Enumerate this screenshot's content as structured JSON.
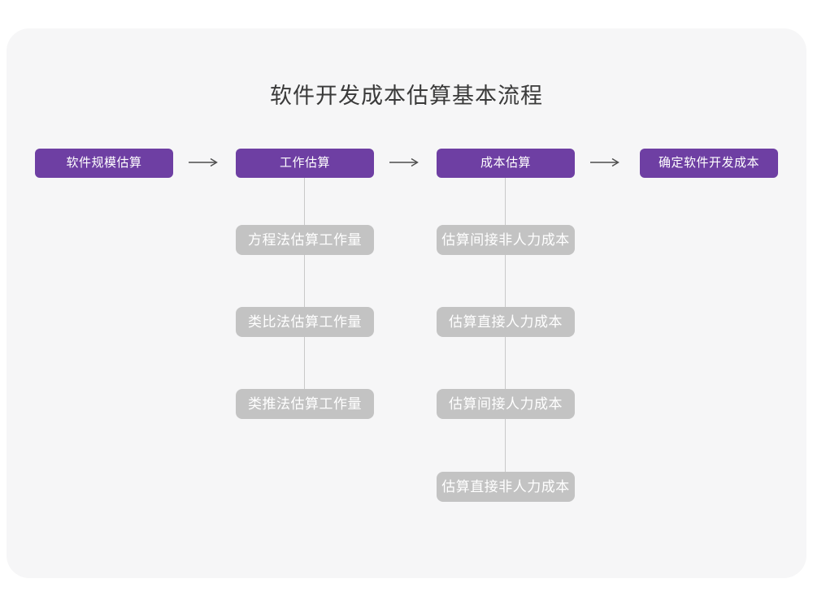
{
  "title": "软件开发成本估算基本流程",
  "flow": {
    "stages": [
      {
        "label": "软件规模估算",
        "children": []
      },
      {
        "label": "工作估算",
        "children": [
          "方程法估算工作量",
          "类比法估算工作量",
          "类推法估算工作量"
        ]
      },
      {
        "label": "成本估算",
        "children": [
          "估算间接非人力成本",
          "估算直接人力成本",
          "估算间接人力成本",
          "估算直接非人力成本"
        ]
      },
      {
        "label": "确定软件开发成本",
        "children": []
      }
    ]
  },
  "colors": {
    "stage_fill": "#6e3fa3",
    "child_fill": "#c3c3c3",
    "connector": "#c9c9c9",
    "arrow": "#4d4d4d",
    "canvas": "#f6f6f7",
    "page_background": "#ffffff",
    "title_text": "#3a3a3a",
    "box_text": "#ffffff"
  }
}
